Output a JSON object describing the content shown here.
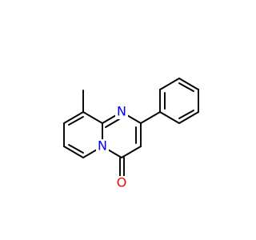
{
  "molecule": {
    "atoms": {
      "n_imine": {
        "label": "N",
        "color": "#0000ff"
      },
      "n_bridge": {
        "label": "N",
        "color": "#0000ff"
      },
      "o_carbonyl": {
        "label": "O",
        "color": "#ff0000"
      }
    }
  }
}
